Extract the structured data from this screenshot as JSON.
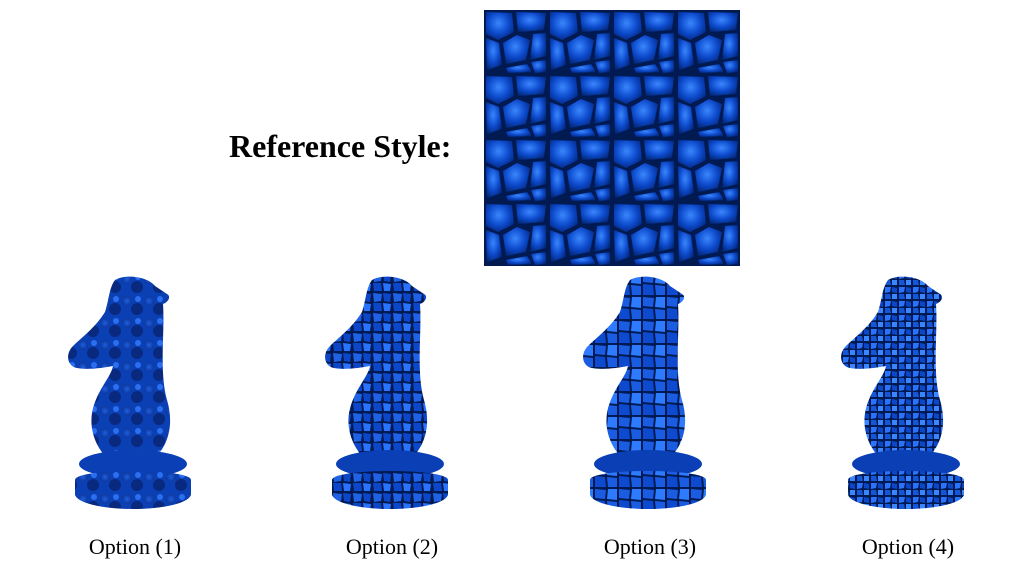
{
  "reference": {
    "label": "Reference Style:"
  },
  "options": [
    {
      "label": "Option (1)"
    },
    {
      "label": "Option (2)"
    },
    {
      "label": "Option (3)"
    },
    {
      "label": "Option (4)"
    }
  ],
  "colors": {
    "texture_base": "#0a3fb5",
    "texture_dark": "#021a52",
    "texture_light": "#2f7bff"
  }
}
